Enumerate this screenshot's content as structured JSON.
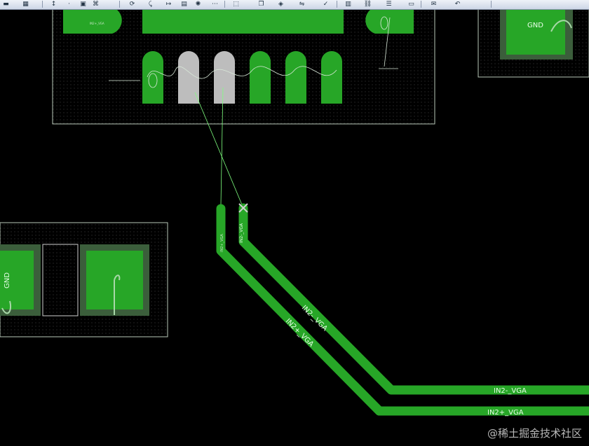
{
  "toolbar": {
    "buttons": [
      {
        "icon": "layer-icon"
      },
      {
        "icon": "chip-icon"
      },
      {
        "icon": "route-icon"
      },
      {
        "icon": "pin-icon"
      },
      {
        "icon": "component-icon"
      },
      {
        "icon": "net-icon"
      },
      {
        "icon": "rotate-icon"
      },
      {
        "icon": "probe-icon"
      },
      {
        "icon": "measure-icon"
      },
      {
        "icon": "grid-icon"
      },
      {
        "icon": "light-icon"
      },
      {
        "icon": "array-icon"
      },
      {
        "icon": "select-icon"
      },
      {
        "icon": "copy-icon"
      },
      {
        "icon": "view3d-icon"
      },
      {
        "icon": "flip-icon"
      },
      {
        "icon": "check-icon"
      },
      {
        "icon": "report-icon"
      },
      {
        "icon": "link-icon"
      },
      {
        "icon": "layers-icon"
      },
      {
        "icon": "panel-icon"
      },
      {
        "icon": "mail-icon"
      },
      {
        "icon": "undo-icon"
      }
    ]
  },
  "labels": {
    "gnd_top": "GND",
    "gnd_left": "GND",
    "trace_top": "IN2-_VGA",
    "trace_bottom": "IN2+_VGA",
    "trace_top_diag": "IN2-_VGA",
    "trace_bottom_diag": "IN2+_VGA",
    "net_small_top": "IN2-_VGA",
    "net_small_bottom": "IN2+_VGA",
    "component_ref": "IN2+_VGA"
  },
  "colors": {
    "background": "#000000",
    "copper": "#27a627",
    "copper_dark": "#1f7d1f",
    "pad_selected": "#bdbdbd",
    "outline": "#c9d7c9",
    "ratsnest": "#7fff7f"
  },
  "watermark": "@稀土掘金技术社区"
}
